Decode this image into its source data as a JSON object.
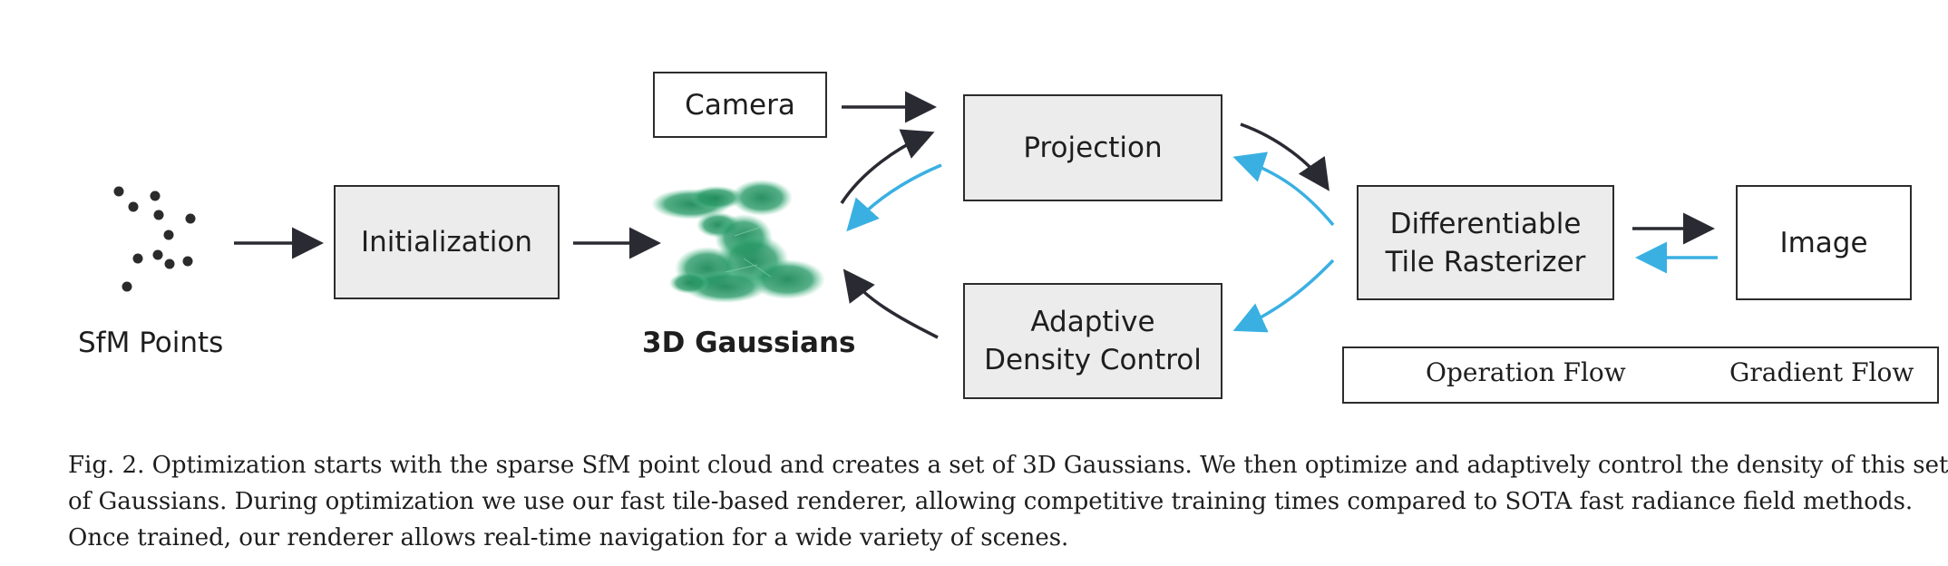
{
  "diagram": {
    "nodes": {
      "camera": "Camera",
      "initialization": "Initialization",
      "projection": "Projection",
      "rasterizer": [
        "Differentiable",
        "Tile Rasterizer"
      ],
      "adaptive_density": [
        "Adaptive",
        "Density Control"
      ],
      "image": "Image"
    },
    "labels": {
      "sfm_points": "SfM Points",
      "gaussians": "3D Gaussians"
    },
    "legend": {
      "operation": "Operation Flow",
      "gradient": "Gradient Flow"
    },
    "colors": {
      "operation_arrow": "#2a2a33",
      "gradient_arrow": "#3ab0e2",
      "gaussian_green": "#1f8a5b",
      "box_fill": "#ececec"
    }
  },
  "caption": {
    "lines": [
      "Fig. 2.  Optimization starts with the sparse SfM point cloud and creates a set of 3D Gaussians. We then optimize and adaptively control the density of this set",
      "of Gaussians. During optimization we use our fast tile-based renderer, allowing competitive training times compared to SOTA fast radiance field methods.",
      "Once trained, our renderer allows real-time navigation for a wide variety of scenes."
    ]
  }
}
